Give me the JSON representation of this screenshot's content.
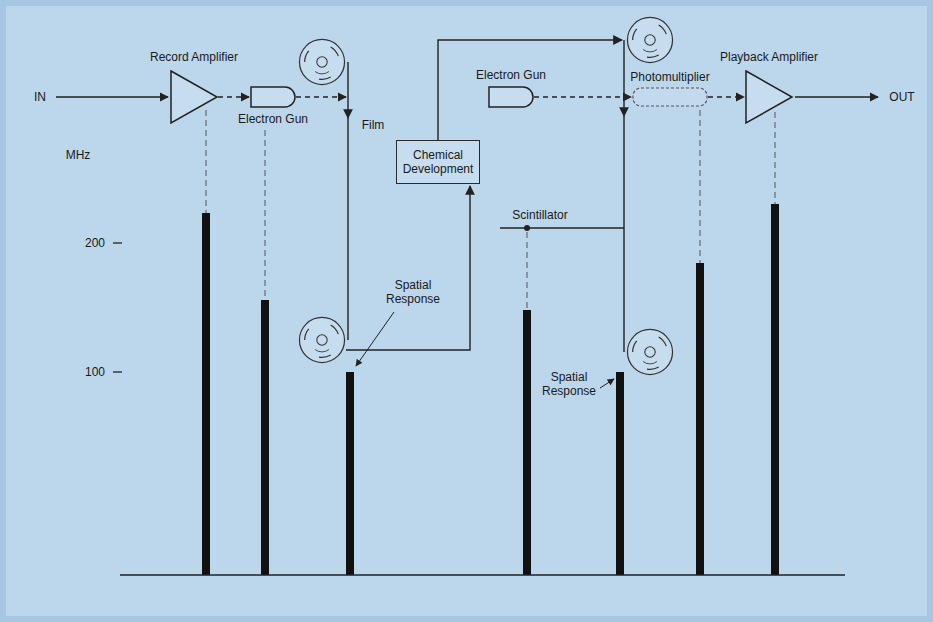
{
  "diagram": {
    "nodes": [
      {
        "text": [
          "Record Amplifier"
        ]
      },
      {
        "text": [
          "Electron Gun"
        ]
      },
      {
        "text": [
          "Chemical Development"
        ]
      },
      {
        "text": [
          "Electron Gun"
        ]
      },
      {
        "text": [
          "Photomultiplier"
        ]
      },
      {
        "text": [
          "Playback Amplifier"
        ]
      }
    ],
    "edges": [
      {
        "from": 0,
        "to": 1,
        "arrow": "to"
      },
      {
        "from": 3,
        "to": 4,
        "arrow": "to"
      },
      {
        "from": 4,
        "to": 5,
        "arrow": "to"
      }
    ],
    "labels": [
      "IN",
      "OUT",
      "Film",
      "Scintillator",
      "MHz",
      "200",
      "100",
      "Spatial Response",
      "Spatial Response"
    ]
  }
}
